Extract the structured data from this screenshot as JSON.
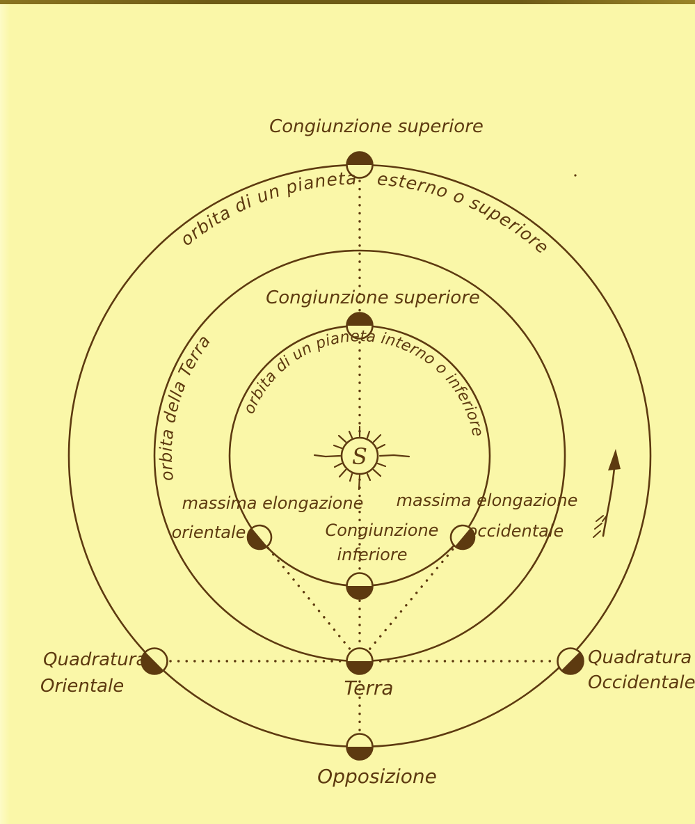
{
  "figure": {
    "background": "#faf7a8",
    "ink": "#5d3a10",
    "labels": {
      "conj_sup_outer": "Congiunzione superiore",
      "orbit_outer_left": "orbita di un pianeta",
      "orbit_outer_right": "esterno o superiore",
      "conj_sup_inner": "Congiunzione superiore",
      "orbit_earth": "orbita della Terra",
      "orbit_inner": "orbita di un pianeta interno o inferiore",
      "sun_letter": "S",
      "max_elong_east_line1": "massima elongazione",
      "max_elong_east_line2": "orientale",
      "max_elong_west_line1": "massima elongazione",
      "max_elong_west_line2": "occidentale",
      "conj_inf_line1": "Congiunzione",
      "conj_inf_line2": "inferiore",
      "earth": "Terra",
      "quad_east_line1": "Quadratura",
      "quad_east_line2": "Orientale",
      "quad_west_line1": "Quadratura",
      "quad_west_line2": "Occidentale",
      "opposition": "Opposizione"
    }
  }
}
